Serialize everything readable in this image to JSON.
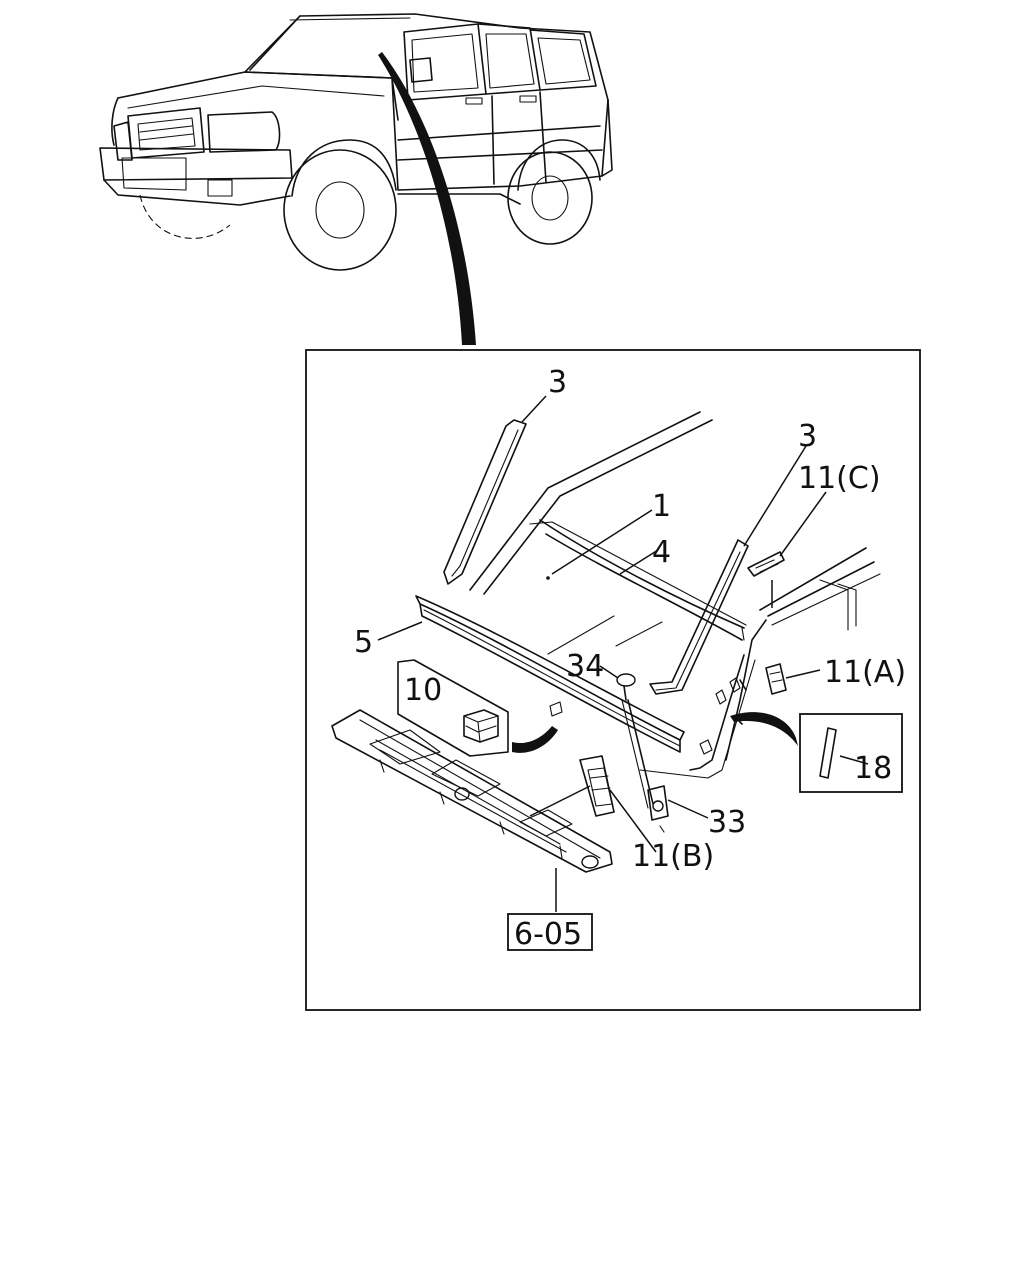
{
  "callouts": {
    "c3_left": "3",
    "c3_right": "3",
    "c11c": "11(C)",
    "c1": "1",
    "c4": "4",
    "c5": "5",
    "c34": "34",
    "c11a": "11(A)",
    "c10": "10",
    "c18": "18",
    "c33": "33",
    "c11b": "11(B)",
    "ref": "6-05"
  }
}
